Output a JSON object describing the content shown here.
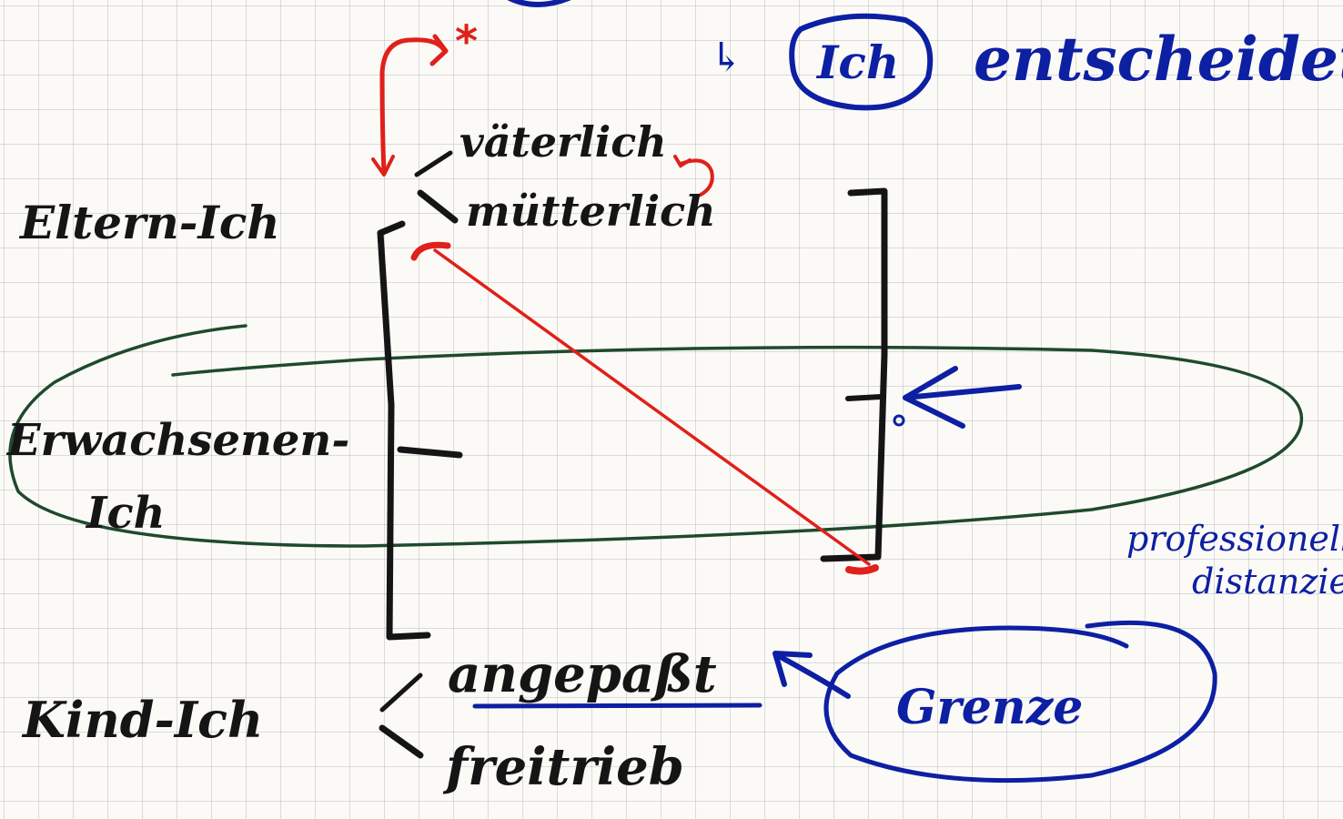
{
  "colors": {
    "black": "#151515",
    "blue": "#0d1fa3",
    "red": "#e0201a",
    "green": "#1f4a2c",
    "grid": "#a0a0aa"
  },
  "header": {
    "arrow_glyph": "↳",
    "ich": "Ich",
    "entscheidet": "entscheidet"
  },
  "labels": {
    "eltern_ich": "Eltern-Ich",
    "vaeterlich": "väterlich",
    "muetterlich": "mütterlich",
    "erwachsenen_line1": "Erwachsenen-",
    "erwachsenen_line2": "Ich",
    "kind_ich": "Kind-Ich",
    "angepasst": "angepaßt",
    "freitrieb": "freitrieb",
    "grenze": "Grenze",
    "professionell": "professionell",
    "distanziert": "distanziert",
    "asterisk": "*"
  }
}
